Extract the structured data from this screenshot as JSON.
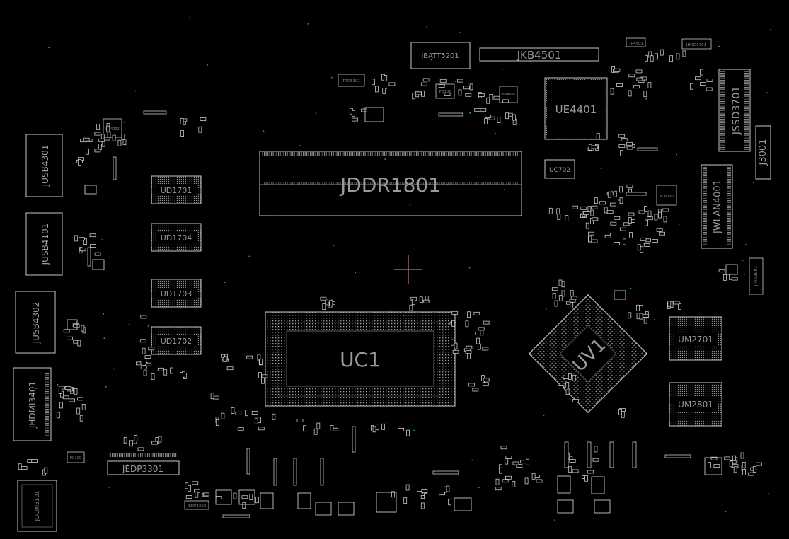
{
  "labels": {
    "JDDR1801": "JDDR1801",
    "UC1": "UC1",
    "UV1": "UV1",
    "UE4401": "UE4401",
    "JKB4501": "JKB4501",
    "JBATT5201": "JBATT5201",
    "JSSD3701": "JSSD3701",
    "J3001": "J3001",
    "JWLAN4001": "JWLAN4001",
    "UC702": "UC702",
    "UM2701": "UM2701",
    "UM2801": "UM2801",
    "UD1701": "UD1701",
    "UD1704": "UD1704",
    "UD1703": "UD1703",
    "UD1702": "UD1702",
    "JUSB4301": "JUSB4301",
    "JUSB4101": "JUSB4101",
    "JUSB4302": "JUSB4302",
    "JHDMI3401": "JHDMI3401",
    "JEDP3301": "JEDP3301",
    "JDCIN5101": "JDCIN5101",
    "JFAN3901": "JFAN3901",
    "JRTC5101": "JRTC5101",
    "JTP4501": "JTP4501",
    "JHDD3701": "JHDD3701",
    "JEDP3302": "JEDP3302",
    "PU4002": "PU4002",
    "PU6000": "PU6000",
    "PQ102": "PQ102",
    "PU100": "PU100",
    "PU8000": "PU8000"
  },
  "colors": {
    "background": "#000000",
    "outline": "#c8c8c8",
    "label": "#9a9a9a",
    "marker": "#c07878",
    "via": "#2fae6a"
  }
}
